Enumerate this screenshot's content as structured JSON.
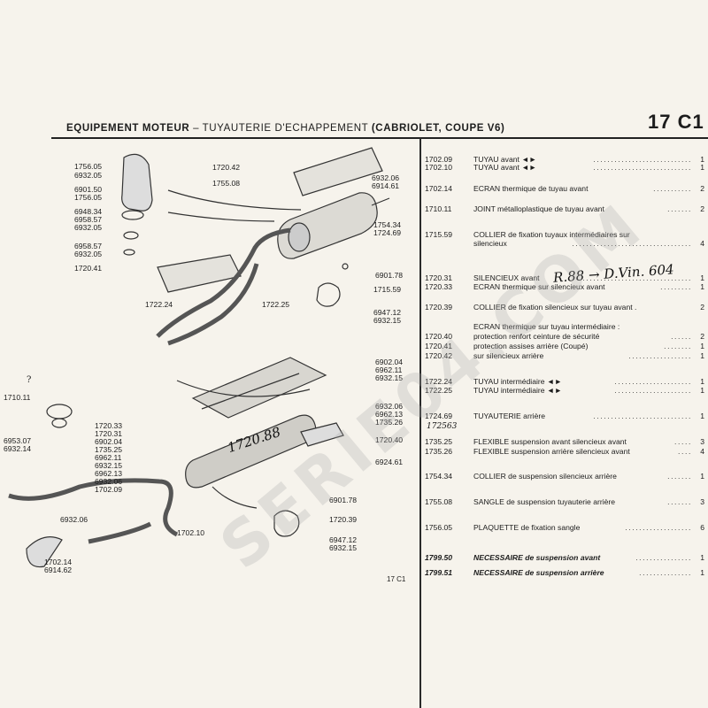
{
  "header": {
    "section": "EQUIPEMENT MOTEUR",
    "dash": "–",
    "subtitle": "TUYAUTERIE D'ECHAPPEMENT",
    "variant": "(CABRIOLET, COUPE V6)",
    "page_code": "17 C1"
  },
  "footer_code": "17 C1",
  "watermark": "SERIE04.COM",
  "handwriting": {
    "note_silencieux": "R.88 → D.Vin. 604",
    "note_1724": "172563",
    "note_diagram": "1720.88",
    "note_1710": "?"
  },
  "callouts": [
    {
      "id": "c1",
      "text": "1756.05"
    },
    {
      "id": "c2",
      "text": "6932.05"
    },
    {
      "id": "c3",
      "text": "6901.50"
    },
    {
      "id": "c4",
      "text": "1756.05"
    },
    {
      "id": "c5",
      "text": "6948.34"
    },
    {
      "id": "c6",
      "text": "6958.57"
    },
    {
      "id": "c7",
      "text": "6932.05"
    },
    {
      "id": "c8",
      "text": "6958.57"
    },
    {
      "id": "c9",
      "text": "6932.05"
    },
    {
      "id": "c10",
      "text": "1720.41"
    },
    {
      "id": "c11",
      "text": "1720.42"
    },
    {
      "id": "c12",
      "text": "1755.08"
    },
    {
      "id": "c13",
      "text": "6932.06"
    },
    {
      "id": "c14",
      "text": "6914.61"
    },
    {
      "id": "c15",
      "text": "1754.34"
    },
    {
      "id": "c16",
      "text": "1724.69"
    },
    {
      "id": "c17",
      "text": "6901.78"
    },
    {
      "id": "c18",
      "text": "1715.59"
    },
    {
      "id": "c19",
      "text": "1722.24"
    },
    {
      "id": "c20",
      "text": "1722.25"
    },
    {
      "id": "c21",
      "text": "6947.12"
    },
    {
      "id": "c22",
      "text": "6932.15"
    },
    {
      "id": "c23",
      "text": "6902.04"
    },
    {
      "id": "c24",
      "text": "6962.11"
    },
    {
      "id": "c25",
      "text": "6932.15"
    },
    {
      "id": "c26",
      "text": "1710.11"
    },
    {
      "id": "c27",
      "text": "6932.06"
    },
    {
      "id": "c28",
      "text": "6962.13"
    },
    {
      "id": "c29",
      "text": "1735.26"
    },
    {
      "id": "c30",
      "text": "1720.33"
    },
    {
      "id": "c31",
      "text": "1720.31"
    },
    {
      "id": "c32",
      "text": "6902.04"
    },
    {
      "id": "c33",
      "text": "1735.25"
    },
    {
      "id": "c34",
      "text": "6962.11"
    },
    {
      "id": "c35",
      "text": "6932.15"
    },
    {
      "id": "c36",
      "text": "6962.13"
    },
    {
      "id": "c37",
      "text": "6932.06"
    },
    {
      "id": "c38",
      "text": "1702.09"
    },
    {
      "id": "c39",
      "text": "6953.07"
    },
    {
      "id": "c40",
      "text": "6932.14"
    },
    {
      "id": "c41",
      "text": "1720.40"
    },
    {
      "id": "c42",
      "text": "6924.61"
    },
    {
      "id": "c43",
      "text": "6901.78"
    },
    {
      "id": "c44",
      "text": "1720.39"
    },
    {
      "id": "c45",
      "text": "6932.06"
    },
    {
      "id": "c46",
      "text": "1702.10"
    },
    {
      "id": "c47",
      "text": "6947.12"
    },
    {
      "id": "c48",
      "text": "6932.15"
    },
    {
      "id": "c49",
      "text": "1702.14"
    },
    {
      "id": "c50",
      "text": "6914.62"
    }
  ],
  "parts": [
    {
      "ref": "1702.09",
      "desc": "TUYAU avant ◄►",
      "qty": "1",
      "dots": "............................"
    },
    {
      "ref": "1702.10",
      "desc": "TUYAU avant ◄►",
      "qty": "1",
      "dots": "............................"
    },
    {
      "ref": "1702.14",
      "desc": "ECRAN thermique de tuyau  avant",
      "qty": "2",
      "dots": "..........."
    },
    {
      "ref": "1710.11",
      "desc": "JOINT métalloplastique de tuyau  avant",
      "qty": "2",
      "dots": "......."
    },
    {
      "ref": "1715.59",
      "desc": "COLLIER de fixation tuyaux intermédiaires sur",
      "qty": "",
      "dots": ""
    },
    {
      "ref": "",
      "desc": "silencieux",
      "qty": "4",
      "dots": ".................................."
    },
    {
      "ref": "1720.31",
      "desc": "SILENCIEUX avant",
      "qty": "1",
      "dots": "..............................."
    },
    {
      "ref": "1720.33",
      "desc": "ECRAN thermique sur silencieux avant",
      "qty": "1",
      "dots": "........."
    },
    {
      "ref": "1720.39",
      "desc": "COLLIER de fixation silencieux sur tuyau  avant .",
      "qty": "2",
      "dots": ""
    },
    {
      "ref": "",
      "desc": "ECRAN thermique sur tuyau  intermédiaire :",
      "qty": "",
      "dots": ""
    },
    {
      "ref": "1720.40",
      "desc": "   protection renfort ceinture de sécurité",
      "qty": "2",
      "dots": "......"
    },
    {
      "ref": "1720.41",
      "desc": "   protection assises arrière (Coupé)",
      "qty": "1",
      "dots": "........"
    },
    {
      "ref": "1720.42",
      "desc": "   sur silencieux arrière",
      "qty": "1",
      "dots": ".................."
    },
    {
      "ref": "1722.24",
      "desc": "TUYAU intermédiaire ◄►",
      "qty": "1",
      "dots": "......................"
    },
    {
      "ref": "1722.25",
      "desc": "TUYAU intermédiaire ◄►",
      "qty": "1",
      "dots": "......................"
    },
    {
      "ref": "1724.69",
      "desc": "TUYAUTERIE arrière",
      "qty": "1",
      "dots": "............................"
    },
    {
      "ref": "1735.25",
      "desc": "FLEXIBLE suspension avant silencieux avant",
      "qty": "3",
      "dots": "....."
    },
    {
      "ref": "1735.26",
      "desc": "FLEXIBLE suspension arrière silencieux avant",
      "qty": "4",
      "dots": "...."
    },
    {
      "ref": "1754.34",
      "desc": "COLLIER de suspension silencieux arrière",
      "qty": "1",
      "dots": "......."
    },
    {
      "ref": "1755.08",
      "desc": "SANGLE de suspension tuyauterie arrière",
      "qty": "3",
      "dots": "......."
    },
    {
      "ref": "1756.05",
      "desc": "PLAQUETTE de fixation sangle",
      "qty": "6",
      "dots": "..................."
    },
    {
      "ref": "1799.50",
      "desc": "NECESSAIRE de suspension avant",
      "qty": "1",
      "dots": "................"
    },
    {
      "ref": "1799.51",
      "desc": "NECESSAIRE de suspension arrière",
      "qty": "1",
      "dots": "..............."
    }
  ]
}
